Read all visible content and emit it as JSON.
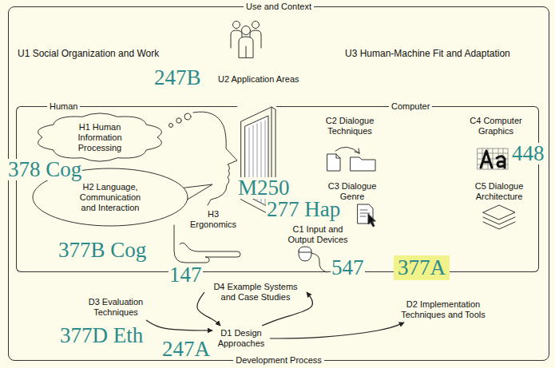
{
  "diagram": {
    "nodes": [
      {
        "text": [
          "Use and Context",
          "Development Process"
        ]
      },
      {
        "text": [
          "Human"
        ],
        "in": 0
      },
      {
        "text": [
          "H1 Human Information Processing"
        ],
        "in": 1
      },
      {
        "text": [
          "H2 Language, Communication and Interaction"
        ],
        "in": 1
      },
      {
        "text": [
          "Computer"
        ],
        "in": 0
      },
      {
        "text": [
          "D4 Example Systems and Case Studies"
        ],
        "in": 0
      },
      {
        "text": [
          "D3 Evaluation Techniques"
        ],
        "in": 0
      },
      {
        "text": [
          "D2 Implementation Techniques and Tools"
        ],
        "in": 0
      },
      {
        "text": [
          "D1 Design Approaches"
        ],
        "in": 0
      }
    ],
    "edges": [
      {
        "from": 6,
        "to": 8,
        "arrow": "to"
      },
      {
        "from": 8,
        "to": 7,
        "arrow": "to"
      },
      {
        "from": 5,
        "to": 8,
        "arrow": "to"
      },
      {
        "from": 8,
        "to": 5,
        "arrow": "to"
      }
    ],
    "labels": [
      "U1 Social Organization and Work",
      "U3 Human-Machine Fit and Adaptation",
      "247B",
      "U2 Application Areas",
      "C2 Dialogue Techniques",
      "C4 Computer Graphics",
      "448",
      "378 Cog",
      "M250",
      "C3 Dialogue Genre",
      "C5 Dialogue Architecture",
      "277 Hap",
      "H3 Ergonomics",
      "C1 Input and Output Devices",
      "377B Cog",
      "547",
      "377A",
      "147",
      "377D Eth",
      "247A"
    ]
  }
}
